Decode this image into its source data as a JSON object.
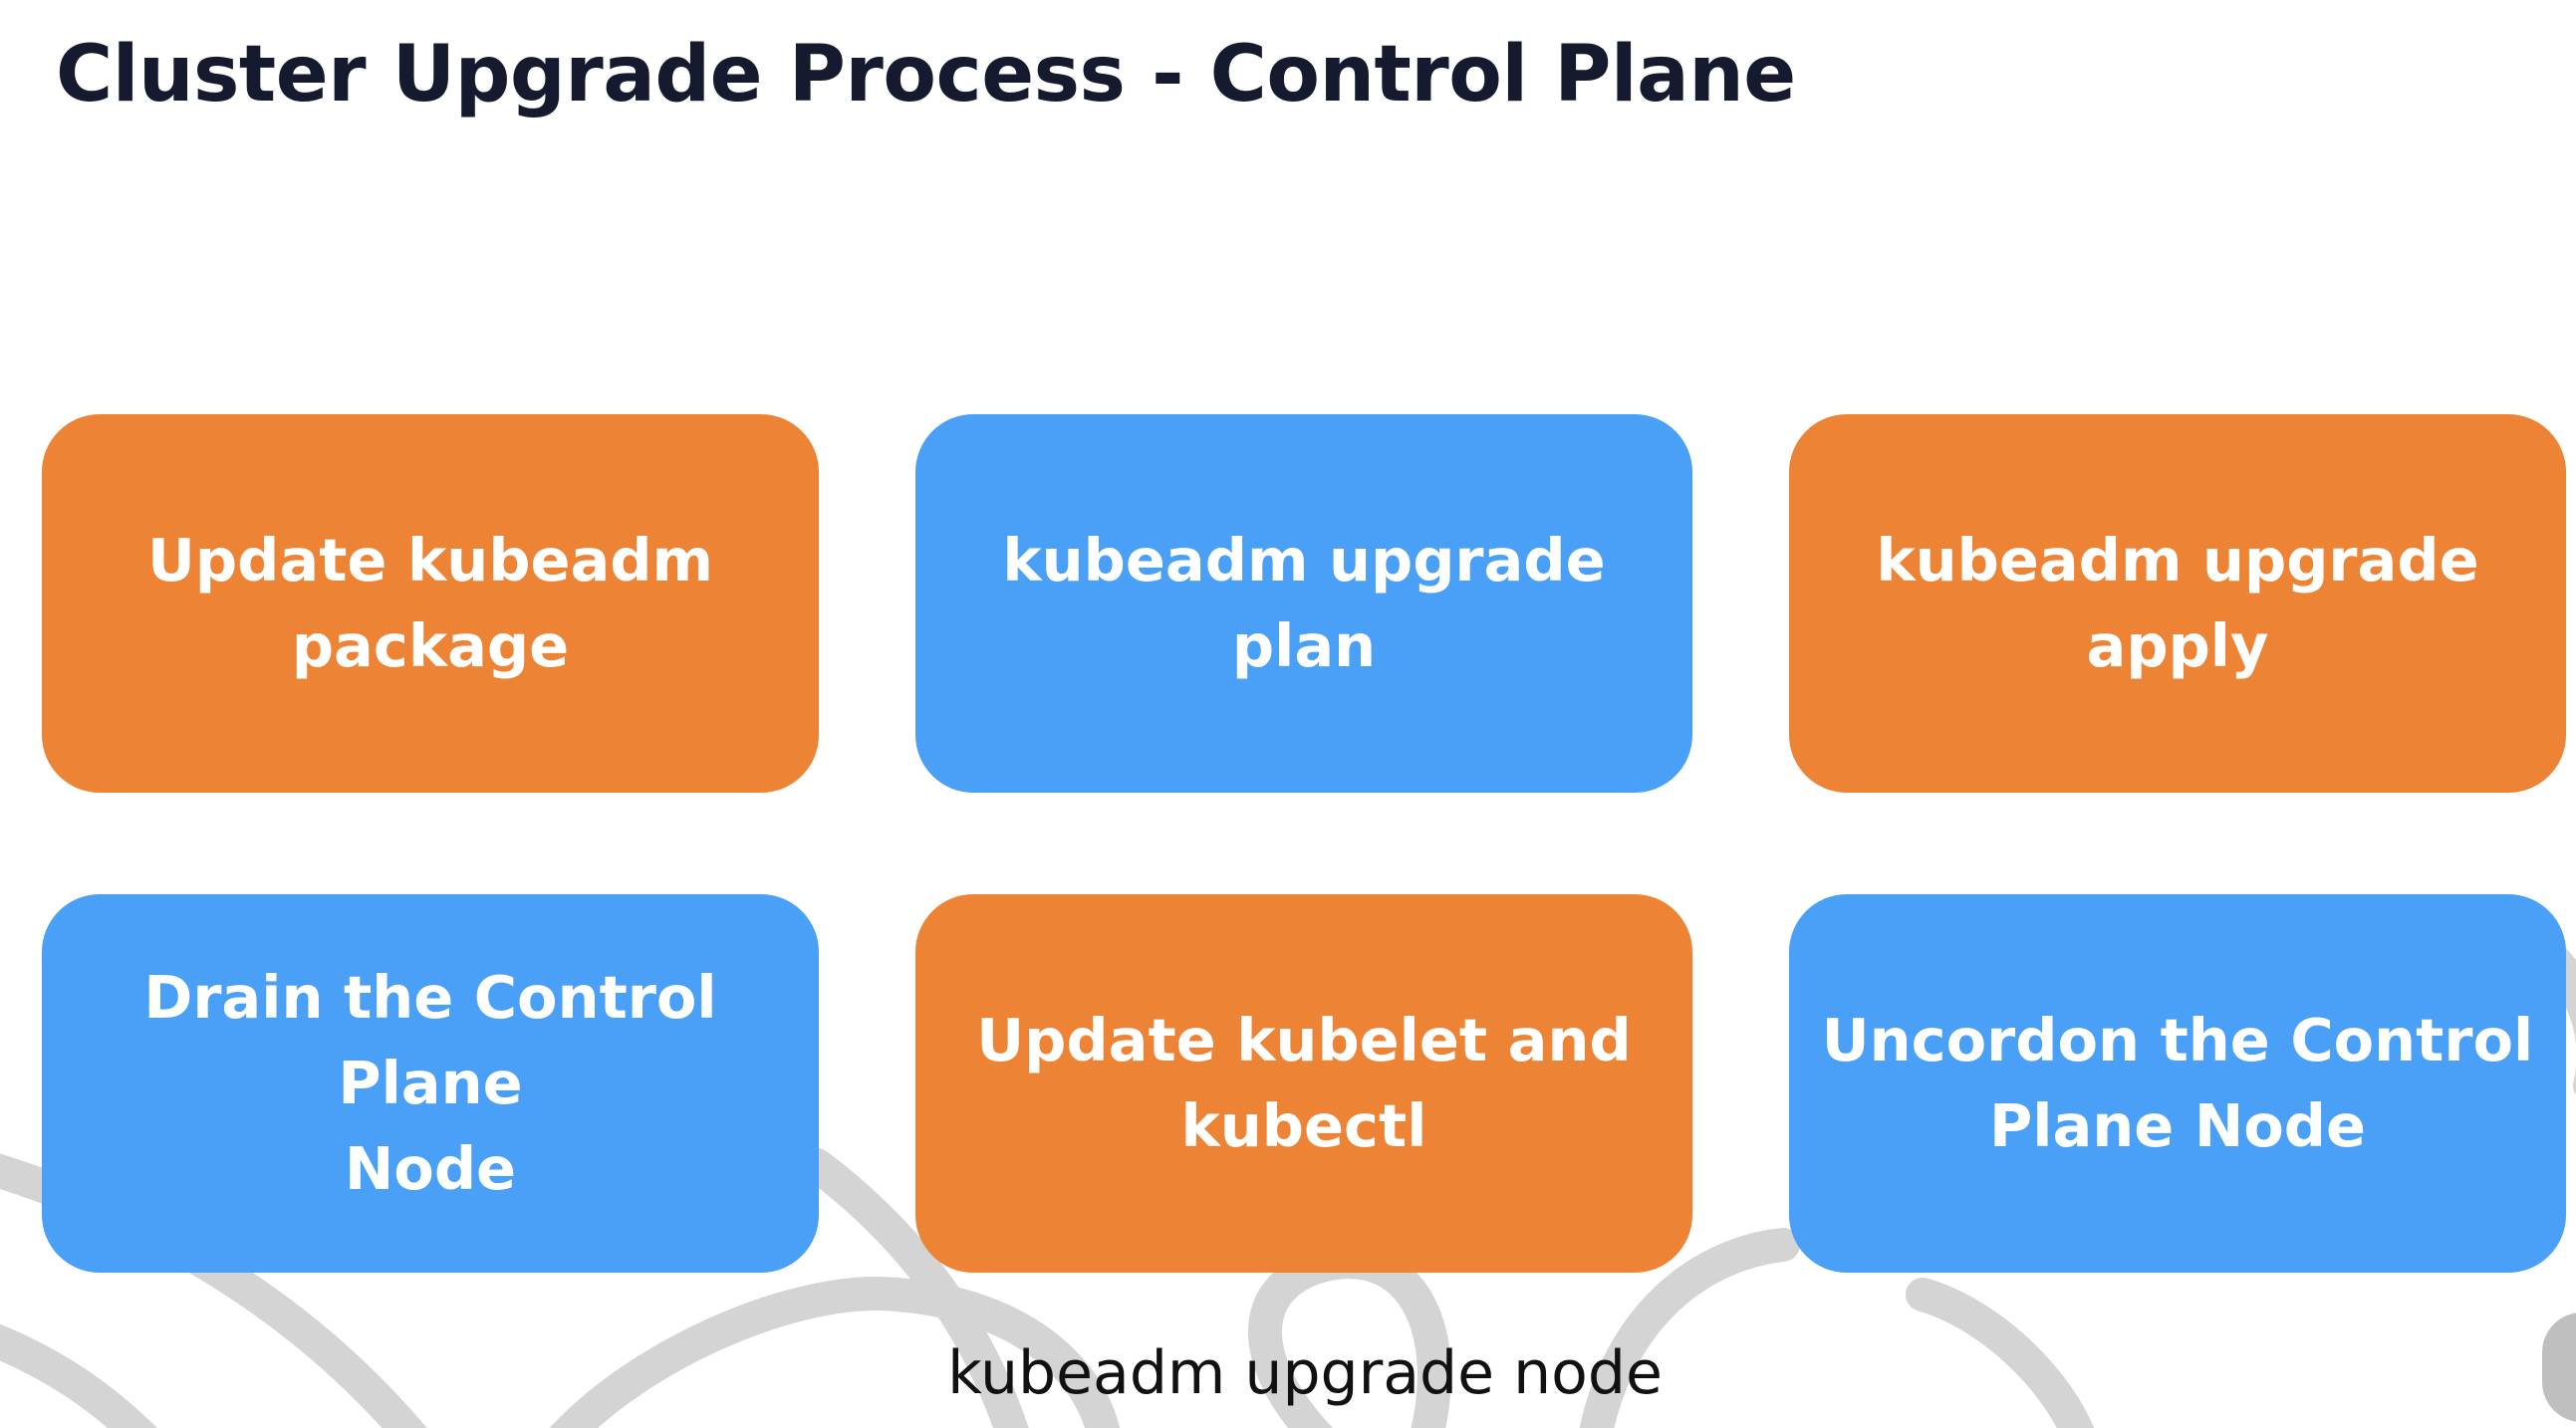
{
  "slide": {
    "title": "Cluster Upgrade Process - Control Plane",
    "footer": "kubeadm upgrade node"
  },
  "steps": [
    {
      "label": "Update kubeadm\npackage",
      "color": "orange"
    },
    {
      "label": "kubeadm upgrade plan",
      "color": "blue"
    },
    {
      "label": "kubeadm upgrade\napply",
      "color": "orange"
    },
    {
      "label": "Drain the Control Plane\nNode",
      "color": "blue"
    },
    {
      "label": "Update kubelet and\nkubectl",
      "color": "orange"
    },
    {
      "label": "Uncordon the Control\nPlane Node",
      "color": "blue"
    }
  ],
  "colors": {
    "orange": "#ed8435",
    "blue": "#4aa0f6",
    "title": "#151a2e",
    "swirl": "#d4d4d4"
  }
}
